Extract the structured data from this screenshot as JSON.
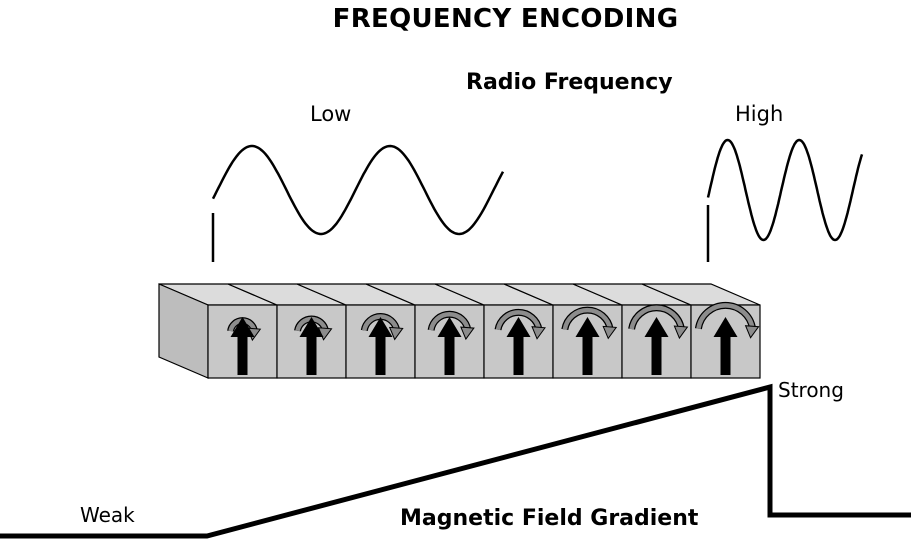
{
  "title": "FREQUENCY ENCODING",
  "rf_label": "Radio Frequency",
  "low_label": "Low",
  "high_label": "High",
  "strong_label": "Strong",
  "weak_label": "Weak",
  "gradient_label": "Magnetic Field Gradient",
  "voxel_count": 8,
  "colors": {
    "box_front": "#c8c8c8",
    "box_top": "#dcdcdc",
    "curl_arrow": "#8c8c8c",
    "line": "#000000"
  }
}
